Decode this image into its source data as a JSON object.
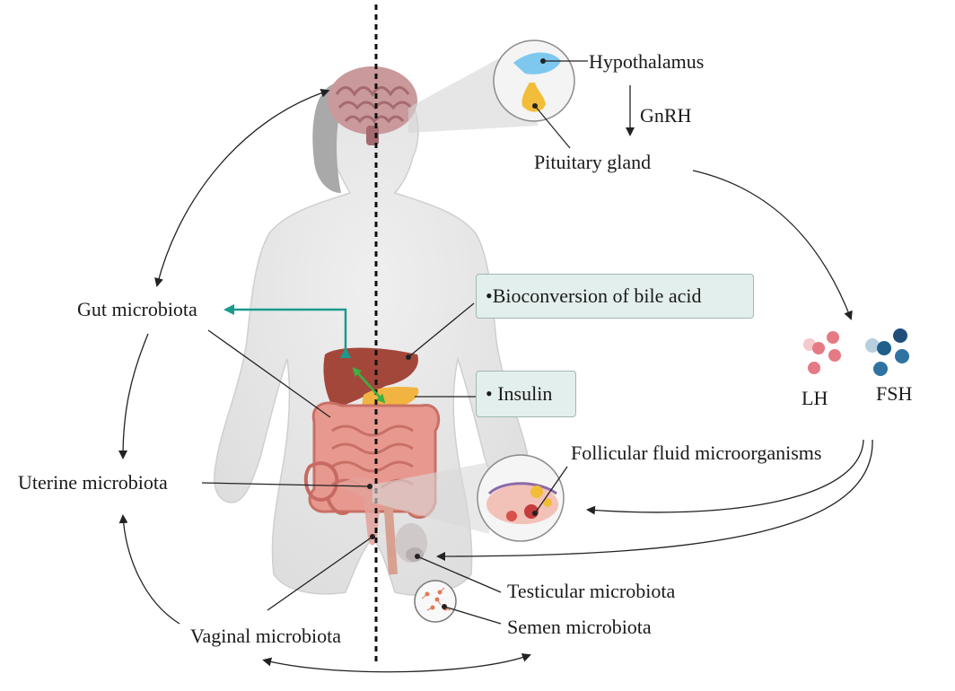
{
  "labels": {
    "hypothalamus": "Hypothalamus",
    "gnrh": "GnRH",
    "pituitary": "Pituitary gland",
    "gut": "Gut microbiota",
    "uterine": "Uterine microbiota",
    "vaginal": "Vaginal microbiota",
    "lh": "LH",
    "fsh": "FSH",
    "follicular": "Follicular fluid microorganisms",
    "testicular": "Testicular microbiota",
    "semen": "Semen microbiota"
  },
  "boxes": {
    "bile_acid": "•Bioconversion of bile acid",
    "insulin": "• Insulin"
  },
  "colors": {
    "teal_arrow": "#1a9a8c",
    "green_arrow": "#3cb043",
    "lh_dots": "#e57a85",
    "fsh_dots": "#1f5f8b",
    "box_fill": "#e3efec"
  }
}
